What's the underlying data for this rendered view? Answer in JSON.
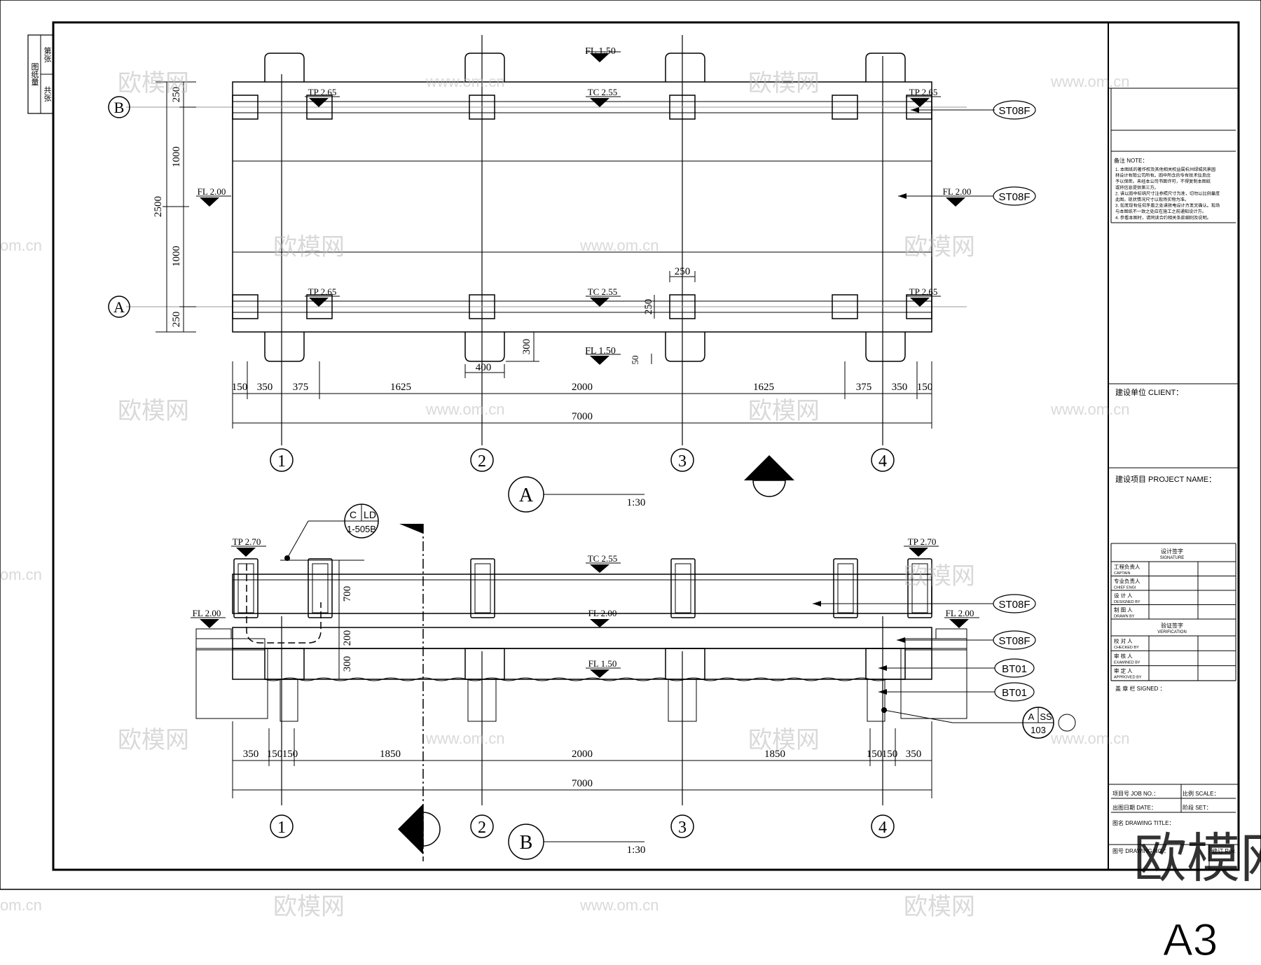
{
  "side_strip": {
    "c1": "图纸量",
    "c2": "第张",
    "c3": "共张"
  },
  "grid_rows": {
    "b": "B",
    "a": "A"
  },
  "grid_cols": [
    "1",
    "2",
    "3",
    "4"
  ],
  "plan": {
    "levels": {
      "fl_top": "FL 1.50",
      "tp_left": "TP 2.65",
      "tc": "TC 2.55",
      "tp_right": "TP 2.65",
      "fl_left": "FL 2.00",
      "fl_right": "FL 2.00",
      "tp_left2": "TP 2.65",
      "tc2": "TC 2.55",
      "tp_right2": "TP 2.65",
      "fl_bottom": "FL 1.50"
    },
    "tags": [
      "ST08F",
      "ST08F"
    ],
    "left_dims": {
      "d1": "250",
      "d2": "1000",
      "d3": "1000",
      "d4": "250",
      "total": "2500"
    },
    "post_dims": {
      "w": "250",
      "h": "250",
      "foot": "300",
      "foot_w": "400",
      "step": "50"
    },
    "dims_row": [
      "150",
      "350",
      "375",
      "1625",
      "2000",
      "1625",
      "375",
      "350",
      "150"
    ],
    "total": "7000",
    "title_mark": "A",
    "scale": "1:30",
    "section_mark": "B"
  },
  "section": {
    "levels": {
      "tp_left": "TP 2.70",
      "tp_right": "TP 2.70",
      "tc": "TC 2.55",
      "fl_left": "FL 2.00",
      "fl_right": "FL 2.00",
      "fl_mid": "FL 2.00",
      "fl_low": "FL 1.50"
    },
    "detail_ref": {
      "top_left": "C",
      "top_right": "LD",
      "bottom": "1-505B"
    },
    "dims_vert": {
      "rail": "700",
      "beam": "200",
      "base": "300"
    },
    "tags": [
      "ST08F",
      "ST08F",
      "BT01",
      "BT01"
    ],
    "ref_ss": {
      "a": "A",
      "b": "SS",
      "c": "103"
    },
    "dims_row": [
      "350",
      "150",
      "150",
      "1850",
      "2000",
      "1850",
      "150",
      "150",
      "350"
    ],
    "total": "7000",
    "title_mark": "B",
    "scale": "1:30",
    "section_mark": "B"
  },
  "title_block": {
    "note_title": "备注 NOTE：",
    "notes": [
      "1. 本图纸的著作权及其他相关权益属杭州绿城风景园",
      "   林设计有限公司所有。图中所含的专有技术信息应",
      "   予以保密。未经本公司书面许可，不得复制本图纸",
      "   或将信息提供第三方。",
      "2. 请以图中标明尺寸注参照尺寸为准，切勿以比例量度",
      "   此图。现状情况尺寸以现场实物为准。",
      "3. 如发现有任何矛盾之处请致电设计方发文确认。现场",
      "   与本图纸不一致之处应在施工之前通知设计方。",
      "4. 参看本图时，请同读合约相关条款细则及说明。"
    ],
    "client": "建设单位 CLIENT：",
    "project": "建设项目 PROJECT NAME：",
    "signature_cn": "设计签字",
    "signature_en": "SIGNATURE",
    "sig_rows": [
      {
        "cn": "工程负责人",
        "en": "CAPTAIN"
      },
      {
        "cn": "专业负责人",
        "en": "CHIEF ENGI"
      },
      {
        "cn": "设 计 人",
        "en": "DESIGNED BY"
      },
      {
        "cn": "制 图 人",
        "en": "DRAWN BY"
      }
    ],
    "verification_cn": "验证签字",
    "verification_en": "VERIFICATION",
    "ver_rows": [
      {
        "cn": "校 对 人",
        "en": "CHECKED BY"
      },
      {
        "cn": "审 核 人",
        "en": "EXAMINED BY"
      },
      {
        "cn": "审 定 人",
        "en": "APPROVED BY"
      }
    ],
    "stamp": "盖 章 栏    SIGNED ：",
    "job_no": "项目号 JOB NO.：",
    "scale": "比例 SCALE：",
    "date": "出图日期 DATE：",
    "set": "阶段 SET：",
    "drawing_title": "图名 DRAWING TITLE：",
    "drawing_no": "图号 DRAWING NO.：",
    "rev": "修订 Rev."
  },
  "watermark": {
    "brand": "欧模网",
    "url": "www.om.cn",
    "url_short": "om.cn"
  },
  "paper_size": "A3"
}
